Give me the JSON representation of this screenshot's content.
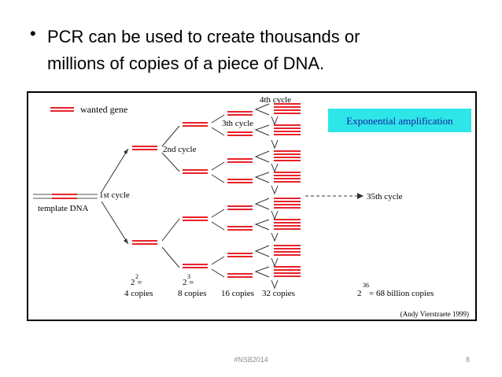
{
  "bullet": {
    "line1": "PCR can be used to create thousands or",
    "line2": "millions of copies of a piece of DNA."
  },
  "figure": {
    "legend": "wanted gene",
    "banner": "Exponential amplification",
    "template": "template DNA",
    "cycles": [
      "1st cycle",
      "2nd cycle",
      "3th cycle",
      "4th cycle"
    ],
    "arrow_target": "35th cycle",
    "counts": [
      {
        "power": "2 = ",
        "exp": "2",
        "label": "4 copies"
      },
      {
        "power": "2 = ",
        "exp": "3",
        "label": "8 copies"
      },
      {
        "label": "16 copies"
      },
      {
        "label": "32 copies"
      }
    ],
    "total": {
      "base": "2",
      "exp": "36",
      "rest": " = 68 billion copies"
    },
    "credit": "(Andy Vierstraete 1999)",
    "colors": {
      "strand": "#e8222a",
      "banner_bg": "#2ee6e8",
      "banner_text": "#1a1aa0"
    }
  },
  "footer": {
    "tag": "#NSB2014",
    "page": "8"
  }
}
